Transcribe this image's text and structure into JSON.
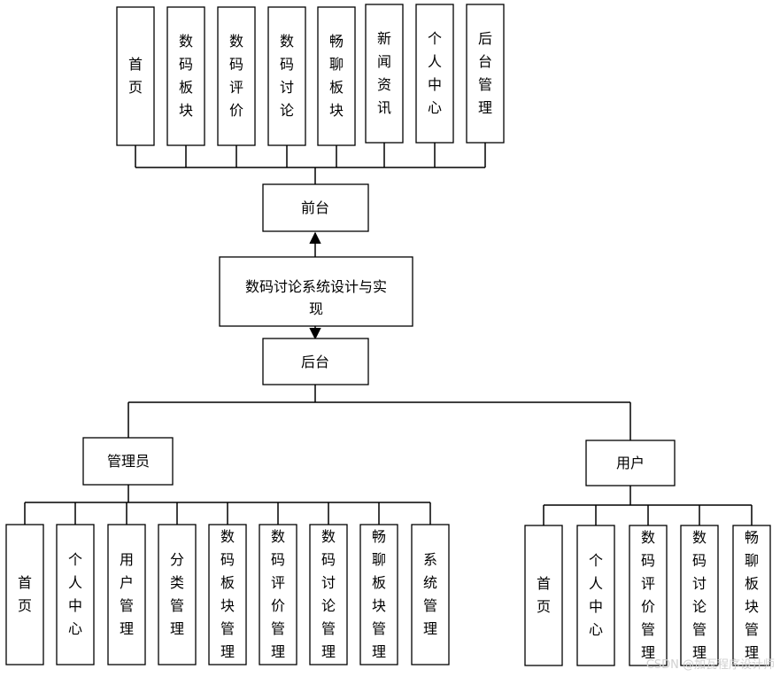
{
  "diagram": {
    "root": "数码讨论系统设计与实现",
    "frontend": {
      "label": "前台",
      "modules": [
        "首页",
        "数码板块",
        "数码评价",
        "数码讨论",
        "畅聊板块",
        "新闻资讯",
        "个人中心",
        "后台管理"
      ]
    },
    "backend": {
      "label": "后台",
      "admin": {
        "label": "管理员",
        "modules": [
          "首页",
          "个人中心",
          "用户管理",
          "分类管理",
          "数码板块管理",
          "数码评价管理",
          "数码讨论管理",
          "畅聊板块管理",
          "系统管理"
        ]
      },
      "user": {
        "label": "用户",
        "modules": [
          "首页",
          "个人中心",
          "数码评价管理",
          "数码讨论管理",
          "畅聊板块管理"
        ]
      }
    }
  },
  "watermark": "CSDN @加瓦程序设计师"
}
